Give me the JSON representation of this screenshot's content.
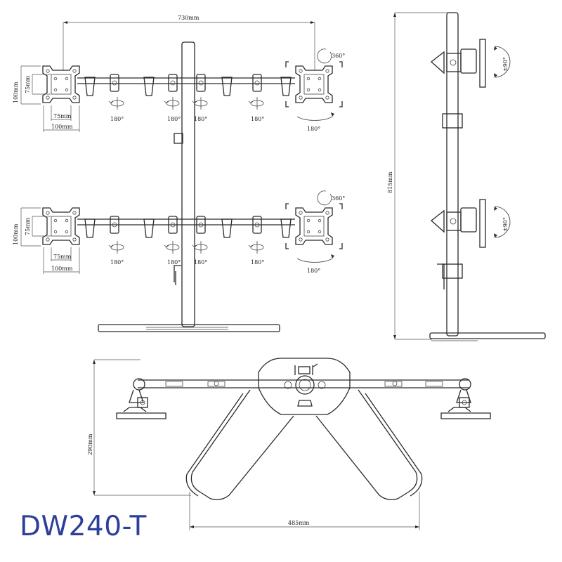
{
  "model_name": "DW240-T",
  "colors": {
    "model_text": "#2e3f9a",
    "line": "#2a2a2a"
  },
  "front_view": {
    "overall_width": "730mm",
    "vesa_height_outer": "100mm",
    "vesa_height_inner": "75mm",
    "vesa_width_inner": "75mm",
    "vesa_width_outer": "100mm",
    "rotation_label": "360°",
    "swivel_label": "180°"
  },
  "side_view": {
    "height": "815mm",
    "tilt_label": "±90°"
  },
  "top_view": {
    "depth": "290mm",
    "base_width": "485mm"
  }
}
